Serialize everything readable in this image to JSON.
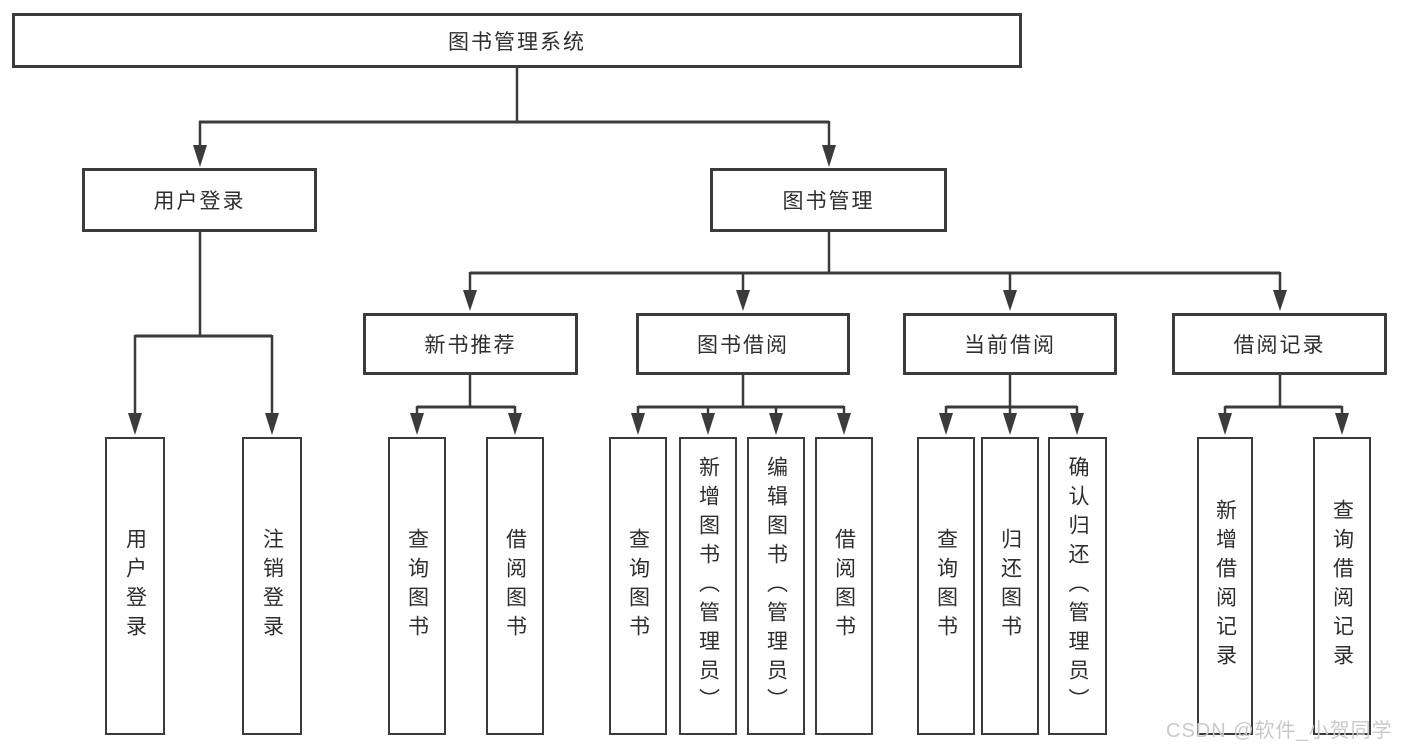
{
  "tree": {
    "root": {
      "label": "图书管理系统"
    },
    "branches": [
      {
        "label": "用户登录",
        "children": [
          {
            "label": "用户登录"
          },
          {
            "label": "注销登录"
          }
        ]
      },
      {
        "label": "图书管理",
        "sections": [
          {
            "label": "新书推荐",
            "children": [
              {
                "label": "查询图书"
              },
              {
                "label": "借阅图书"
              }
            ]
          },
          {
            "label": "图书借阅",
            "children": [
              {
                "label": "查询图书"
              },
              {
                "label": "新增图书（管理员）"
              },
              {
                "label": "编辑图书（管理员）"
              },
              {
                "label": "借阅图书"
              }
            ]
          },
          {
            "label": "当前借阅",
            "children": [
              {
                "label": "查询图书"
              },
              {
                "label": "归还图书"
              },
              {
                "label": "确认归还（管理员）"
              }
            ]
          },
          {
            "label": "借阅记录",
            "children": [
              {
                "label": "新增借阅记录"
              },
              {
                "label": "查询借阅记录"
              }
            ]
          }
        ]
      }
    ]
  },
  "watermark": "CSDN @软件_小贺同学",
  "colors": {
    "line": "#3b3b3b",
    "text": "#2e2e2e",
    "watermark": "#c9c9c9",
    "background": "#ffffff"
  }
}
